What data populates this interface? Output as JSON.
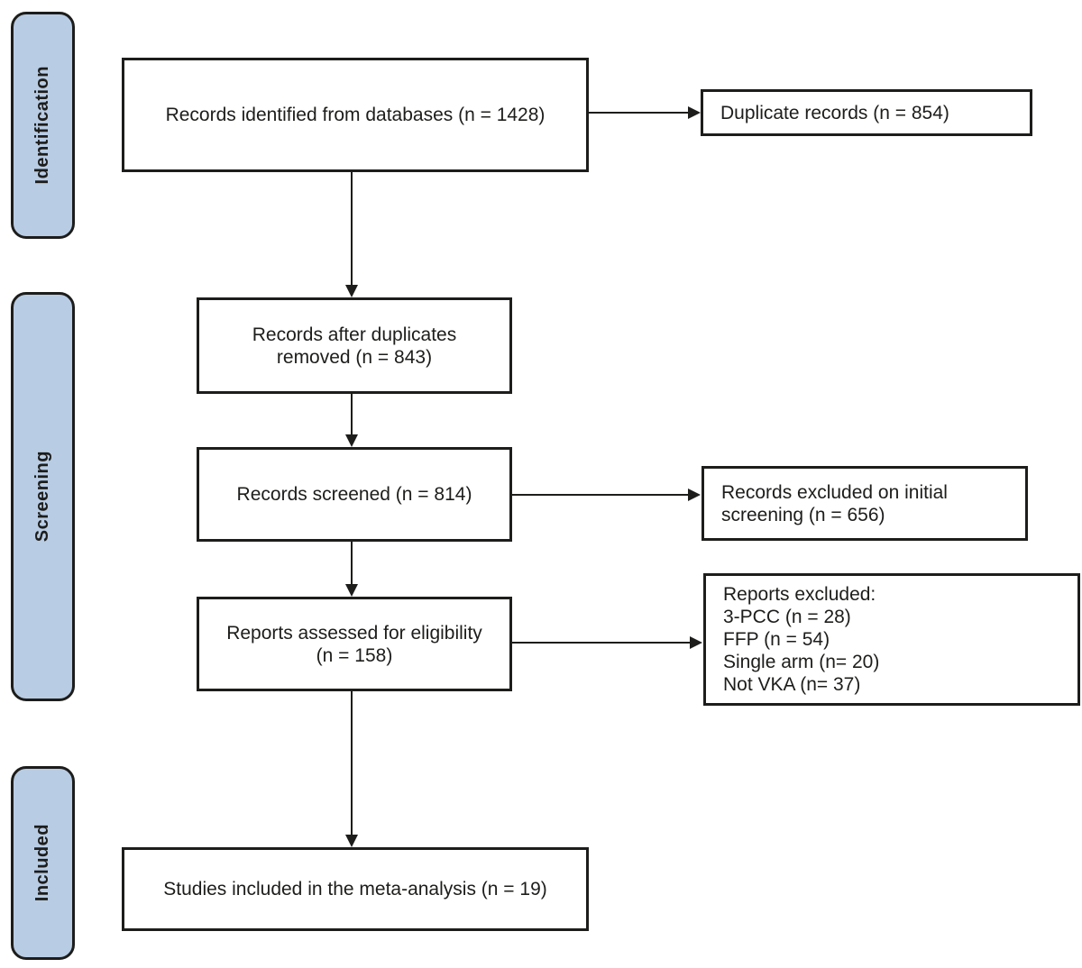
{
  "figure": {
    "type": "PRISMA flow diagram",
    "colors": {
      "stage_fill": "#b8cce4",
      "line": "#1d1d1b",
      "background": "#ffffff"
    },
    "stages": [
      {
        "label": "Identification"
      },
      {
        "label": "Screening"
      },
      {
        "label": "Included"
      }
    ],
    "boxes": {
      "identified": {
        "text": "Records identified from databases (n = 1428)"
      },
      "duplicates": {
        "text": "Duplicate records (n = 854)"
      },
      "after_duplicates": {
        "lines": [
          "Records after duplicates",
          "removed (n = 843)"
        ]
      },
      "screened": {
        "text": "Records screened (n = 814)"
      },
      "excluded_screening": {
        "lines": [
          "Records excluded on initial",
          "screening (n = 656)"
        ]
      },
      "assessed": {
        "lines": [
          "Reports assessed for eligibility",
          "(n = 158)"
        ]
      },
      "reports_excluded": {
        "lines": [
          "Reports excluded:",
          "3-PCC (n = 28)",
          "FFP (n = 54)",
          "Single arm (n= 20)",
          "Not VKA (n= 37)"
        ]
      },
      "included": {
        "text": "Studies included in the meta-analysis (n = 19)"
      }
    }
  }
}
